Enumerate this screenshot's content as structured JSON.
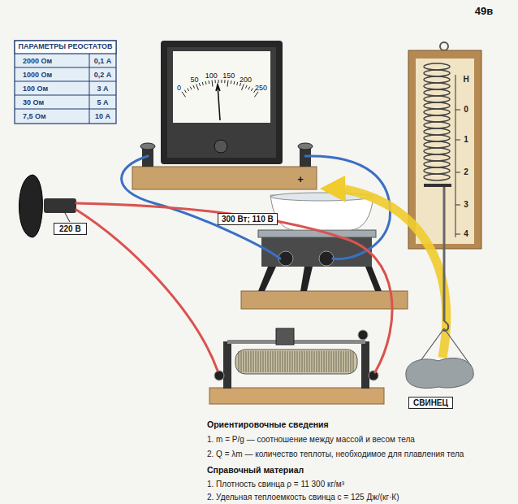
{
  "diagram": {
    "nodes": [
      {
        "text": [
          "ПАРАМЕТРЫ РЕОСТАТОВ"
        ]
      },
      {
        "text": [
          "220 В"
        ]
      },
      {
        "text": [
          "300 Вт; 110 В"
        ]
      },
      {
        "text": [
          "СВИНЕЦ"
        ]
      }
    ],
    "labels": [
      "49в",
      "2000 Ом",
      "0,1 А",
      "1000 Ом",
      "0,2 А",
      "100 Ом",
      "3 А",
      "30 Ом",
      "5 А",
      "7,5 Ом",
      "10 А",
      "0",
      "50",
      "100",
      "150",
      "200",
      "250",
      "+",
      "Н",
      "0",
      "1",
      "2",
      "3",
      "4",
      "Ориентировочные сведения",
      "1. m = P/g — соотношение между массой и весом тела",
      "2. Q = λm — количество теплоты, необходимое для плавления тела",
      "Справочный материал",
      "1. Плотность свинца ρ = 11 300 кг/м³",
      "2. Удельная теплоемкость свинца c = 125 Дж/(кг·К)"
    ]
  }
}
